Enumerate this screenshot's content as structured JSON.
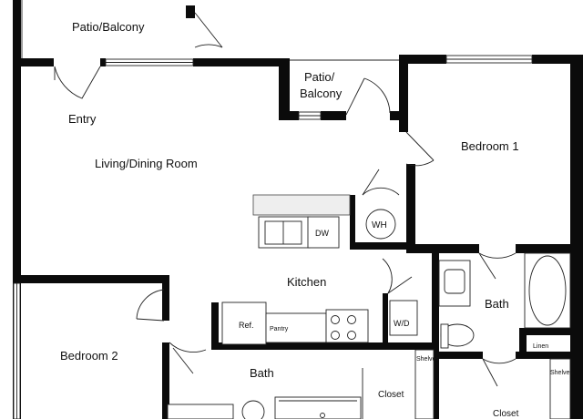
{
  "rooms": {
    "patio_balcony_top": "Patio/Balcony",
    "patio_balcony_mid_line1": "Patio/",
    "patio_balcony_mid_line2": "Balcony",
    "entry": "Entry",
    "living_dining": "Living/Dining Room",
    "bedroom_1": "Bedroom 1",
    "kitchen": "Kitchen",
    "bedroom_2": "Bedroom 2",
    "bath_center": "Bath",
    "bath_right": "Bath",
    "closet_center": "Closet",
    "closet_right": "Closet"
  },
  "fixtures": {
    "wh": "WH",
    "dw": "DW",
    "ref": "Ref.",
    "pantry": "Pantry",
    "wd": "W/D",
    "linen": "Linen",
    "shelves_center": "Shelves",
    "shelves_right": "Shelves"
  }
}
